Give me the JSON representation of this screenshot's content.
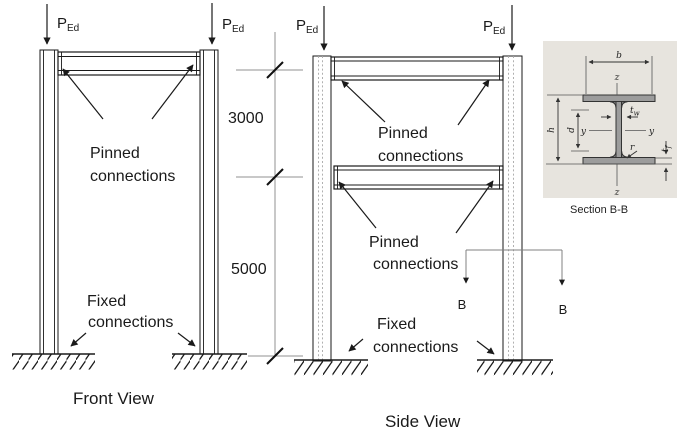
{
  "loads": {
    "main": "P",
    "sub": "Ed"
  },
  "dims": {
    "upper": "3000",
    "lower": "5000"
  },
  "labels": {
    "pinned_line1": "Pinned",
    "pinned_line2": "connections",
    "fixed_line1": "Fixed",
    "fixed_line2": "connections",
    "front_view": "Front View",
    "side_view": "Side View",
    "section_caption": "Section B-B",
    "section_marker": "B"
  },
  "section": {
    "b": "b",
    "z": "z",
    "h": "h",
    "d": "d",
    "t": "t",
    "w": "w",
    "f": "f",
    "y": "y",
    "r": "r"
  },
  "colors": {
    "line": "#1a1a1a",
    "dimension_gray": "#909090",
    "hidden_dash": "#a8a8a8",
    "cut_gray": "#808080",
    "section_background": "#e7e4de",
    "steel_fill": "#9c9c9c",
    "background": "#ffffff"
  }
}
